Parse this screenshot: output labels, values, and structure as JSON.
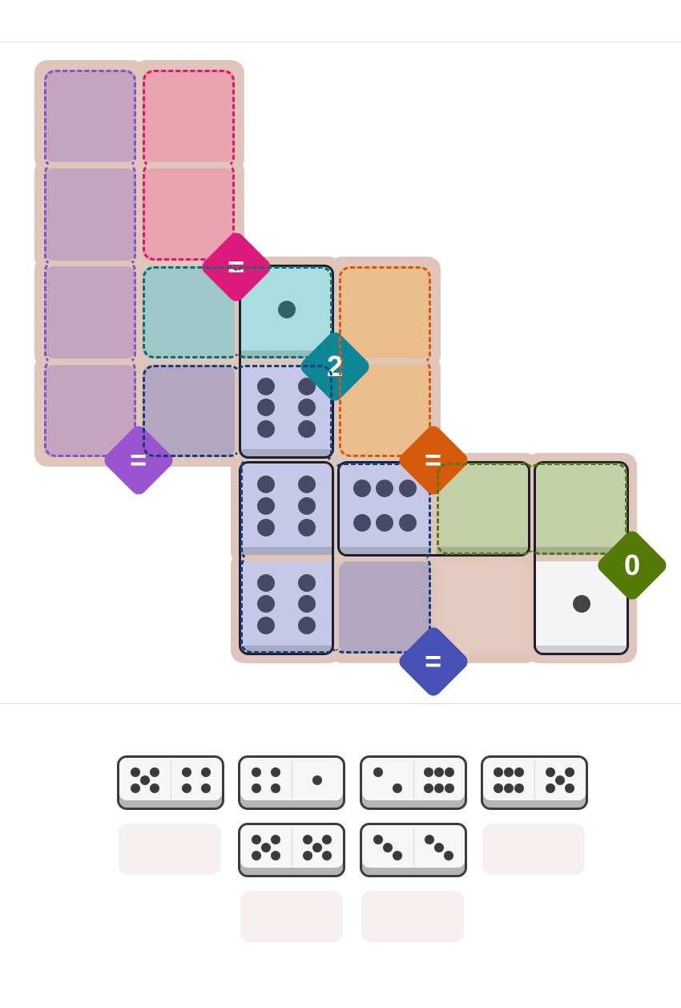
{
  "regions": [
    {
      "id": "purple",
      "fill": "#c4a4bf",
      "stroke": "#8b4fc9",
      "badge": "#9a54cf",
      "constraint": "=",
      "cells": [
        [
          0,
          0
        ],
        [
          0,
          1
        ],
        [
          0,
          2
        ],
        [
          0,
          3
        ]
      ]
    },
    {
      "id": "pink",
      "fill": "#e9a2b0",
      "stroke": "#e0146a",
      "badge": "#db1a7c",
      "constraint": "=",
      "cells": [
        [
          1,
          0
        ],
        [
          1,
          1
        ]
      ]
    },
    {
      "id": "teal",
      "fill": "#9fc8c9",
      "stroke": "#0f6b73",
      "badge": "#0d8796",
      "constraint": "2",
      "cells": [
        [
          1,
          2
        ],
        [
          2,
          2
        ]
      ]
    },
    {
      "id": "navy",
      "fill": "#b2a6c0",
      "stroke": "#123d7a",
      "badge": "#4750b5",
      "constraint": "=",
      "cells": [
        [
          1,
          3
        ],
        [
          2,
          3
        ],
        [
          2,
          4
        ],
        [
          2,
          5
        ],
        [
          3,
          5
        ],
        [
          3,
          4
        ]
      ]
    },
    {
      "id": "orange",
      "fill": "#ecbe8d",
      "stroke": "#d45a0a",
      "badge": "#d65a0c",
      "constraint": "=",
      "cells": [
        [
          3,
          2
        ],
        [
          3,
          3
        ]
      ]
    },
    {
      "id": "green",
      "fill": "#c4d0a8",
      "stroke": "#557a0a",
      "badge": "#537a06",
      "constraint": "0",
      "cells": [
        [
          4,
          4
        ],
        [
          5,
          4
        ]
      ]
    },
    {
      "id": "none",
      "fill": "#e3c9be",
      "stroke": "",
      "badge": "",
      "constraint": "",
      "cells": [
        [
          4,
          5
        ],
        [
          5,
          5
        ]
      ]
    }
  ],
  "board_dominoes": [
    {
      "cells": [
        [
          2,
          2
        ],
        [
          2,
          3
        ]
      ],
      "values": [
        1,
        6
      ]
    },
    {
      "cells": [
        [
          2,
          4
        ],
        [
          2,
          5
        ]
      ],
      "values": [
        6,
        6
      ]
    },
    {
      "cells": [
        [
          3,
          4
        ],
        [
          4,
          4
        ]
      ],
      "values": [
        6,
        0
      ]
    },
    {
      "cells": [
        [
          5,
          4
        ],
        [
          5,
          5
        ]
      ],
      "values": [
        0,
        1
      ]
    }
  ],
  "tray": [
    [
      5,
      4
    ],
    [
      4,
      1
    ],
    [
      2,
      6
    ],
    [
      6,
      5
    ],
    null,
    [
      5,
      5
    ],
    [
      3,
      3
    ],
    null,
    null,
    null
  ]
}
